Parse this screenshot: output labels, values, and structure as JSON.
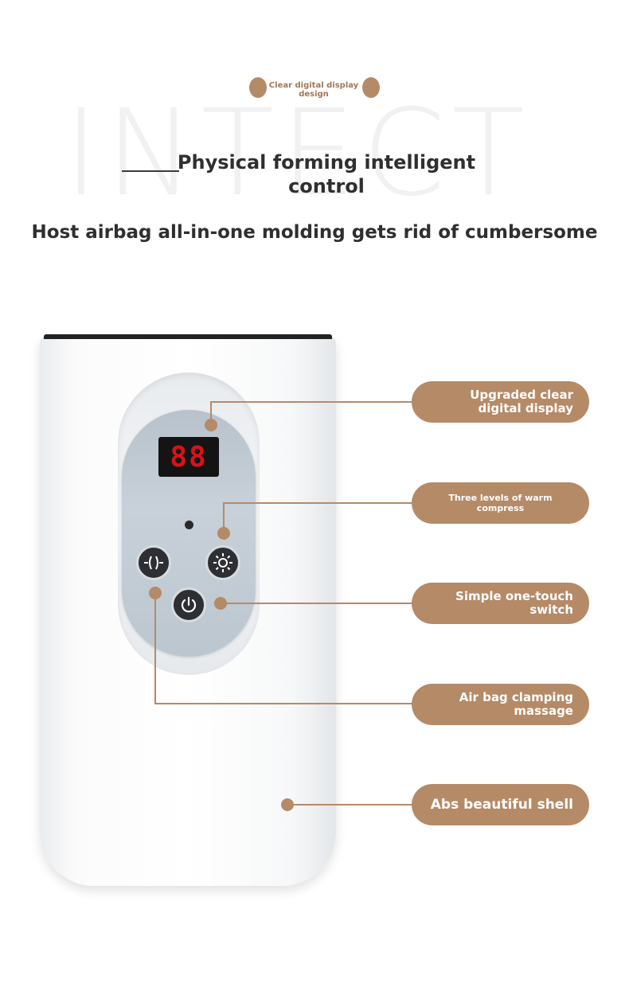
{
  "header": {
    "tag": "Clear digital display design",
    "background_word": "INTECT",
    "title": "Physical forming intelligent control",
    "subtitle": "Host airbag all-in-one molding gets rid of cumbersome"
  },
  "device": {
    "display_digits": "88"
  },
  "callouts": [
    {
      "label": "Upgraded clear digital display"
    },
    {
      "label": "Three levels of warm compress"
    },
    {
      "label": "Simple one-touch switch"
    },
    {
      "label": "Air bag clamping massage"
    },
    {
      "label": "Abs beautiful shell"
    }
  ],
  "colors": {
    "accent": "#b58a67",
    "display_red": "#d8121a"
  },
  "icons": [
    "massage-clamp-icon",
    "warmth-sun-icon",
    "power-icon"
  ]
}
